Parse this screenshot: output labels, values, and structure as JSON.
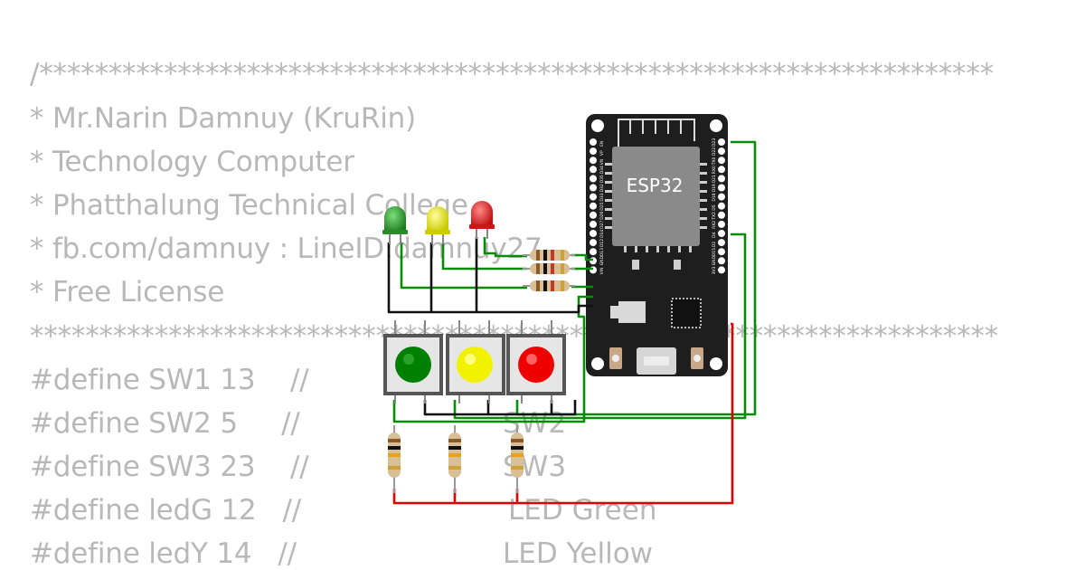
{
  "code_lines": [
    "/*********************************************************************",
    "* Mr.Narin Damnuy (KruRin)",
    "* Technology Computer",
    "* Phatthalung Technical College",
    "* fb.com/damnuy : LineID:damnuy27",
    "* Free License",
    "**********************************************************************",
    "#define SW1 13    //",
    "#define SW2 5     //",
    "#define SW3 23    //",
    "#define ledG 12   //",
    "#define ledY 14   //"
  ],
  "code_comments": [
    "",
    "",
    "",
    "",
    "",
    "",
    "",
    "",
    "SW2",
    "SW3",
    "LED Green",
    "LED Yellow"
  ],
  "board": {
    "chip_label": "ESP32",
    "left_pins": [
      "EN",
      "VP",
      "VN",
      "D34",
      "D35",
      "D32",
      "D33",
      "D25",
      "D26",
      "D27",
      "D14",
      "D12",
      "D13",
      "GND",
      "VIN"
    ],
    "right_pins": [
      "D23",
      "D22",
      "TX0",
      "RX0",
      "D21",
      "D19",
      "D18",
      "D5",
      "TX2",
      "RX2",
      "D4",
      "D2",
      "D15",
      "GND",
      "3V3"
    ]
  },
  "colors": {
    "wire_green": "#0a8a0a",
    "wire_black": "#111111",
    "wire_red": "#dd0000",
    "led_green": "#2e9a2e",
    "led_yellow": "#e6e60a",
    "led_red": "#e02020",
    "board": "#1e1e1e"
  },
  "icons": {
    "leds": [
      "led-green-icon",
      "led-yellow-icon",
      "led-red-icon"
    ],
    "buttons": [
      "button-green-icon",
      "button-yellow-icon",
      "button-red-icon"
    ]
  }
}
